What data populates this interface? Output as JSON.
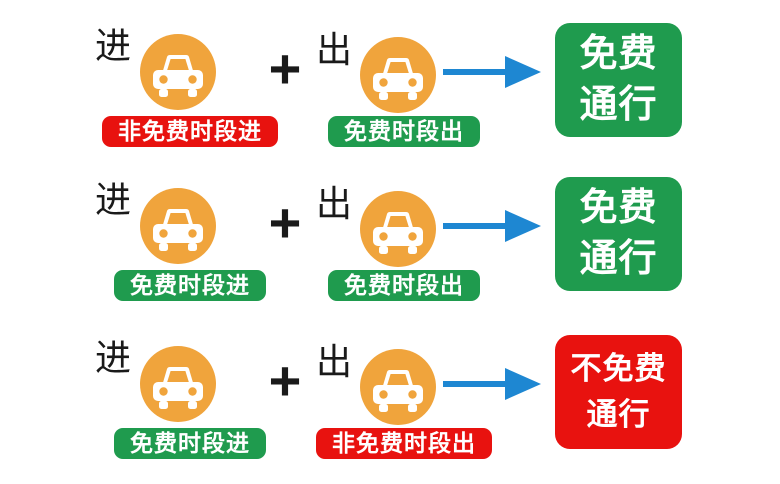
{
  "colors": {
    "green": "#1f9b4e",
    "red": "#e8120f",
    "orange": "#f0a43c",
    "blue": "#1e87d2",
    "black": "#1a1a1a",
    "white": "#ffffff"
  },
  "icons": {
    "car": "car-icon",
    "arrow": "arrow-right-icon"
  },
  "rows": [
    {
      "enter": {
        "prefix": "进",
        "tag": "非免费时段进",
        "tag_color": "red"
      },
      "plus": "+",
      "exit": {
        "prefix": "出",
        "tag": "免费时段出",
        "tag_color": "green"
      },
      "result": {
        "line1": "免费",
        "line2": "通行",
        "color": "green"
      }
    },
    {
      "enter": {
        "prefix": "进",
        "tag": "免费时段进",
        "tag_color": "green"
      },
      "plus": "+",
      "exit": {
        "prefix": "出",
        "tag": "免费时段出",
        "tag_color": "green"
      },
      "result": {
        "line1": "免费",
        "line2": "通行",
        "color": "green"
      }
    },
    {
      "enter": {
        "prefix": "进",
        "tag": "免费时段进",
        "tag_color": "green"
      },
      "plus": "+",
      "exit": {
        "prefix": "出",
        "tag": "非免费时段出",
        "tag_color": "red"
      },
      "result": {
        "line1": "不免费",
        "line2": "通行",
        "color": "red"
      }
    }
  ]
}
